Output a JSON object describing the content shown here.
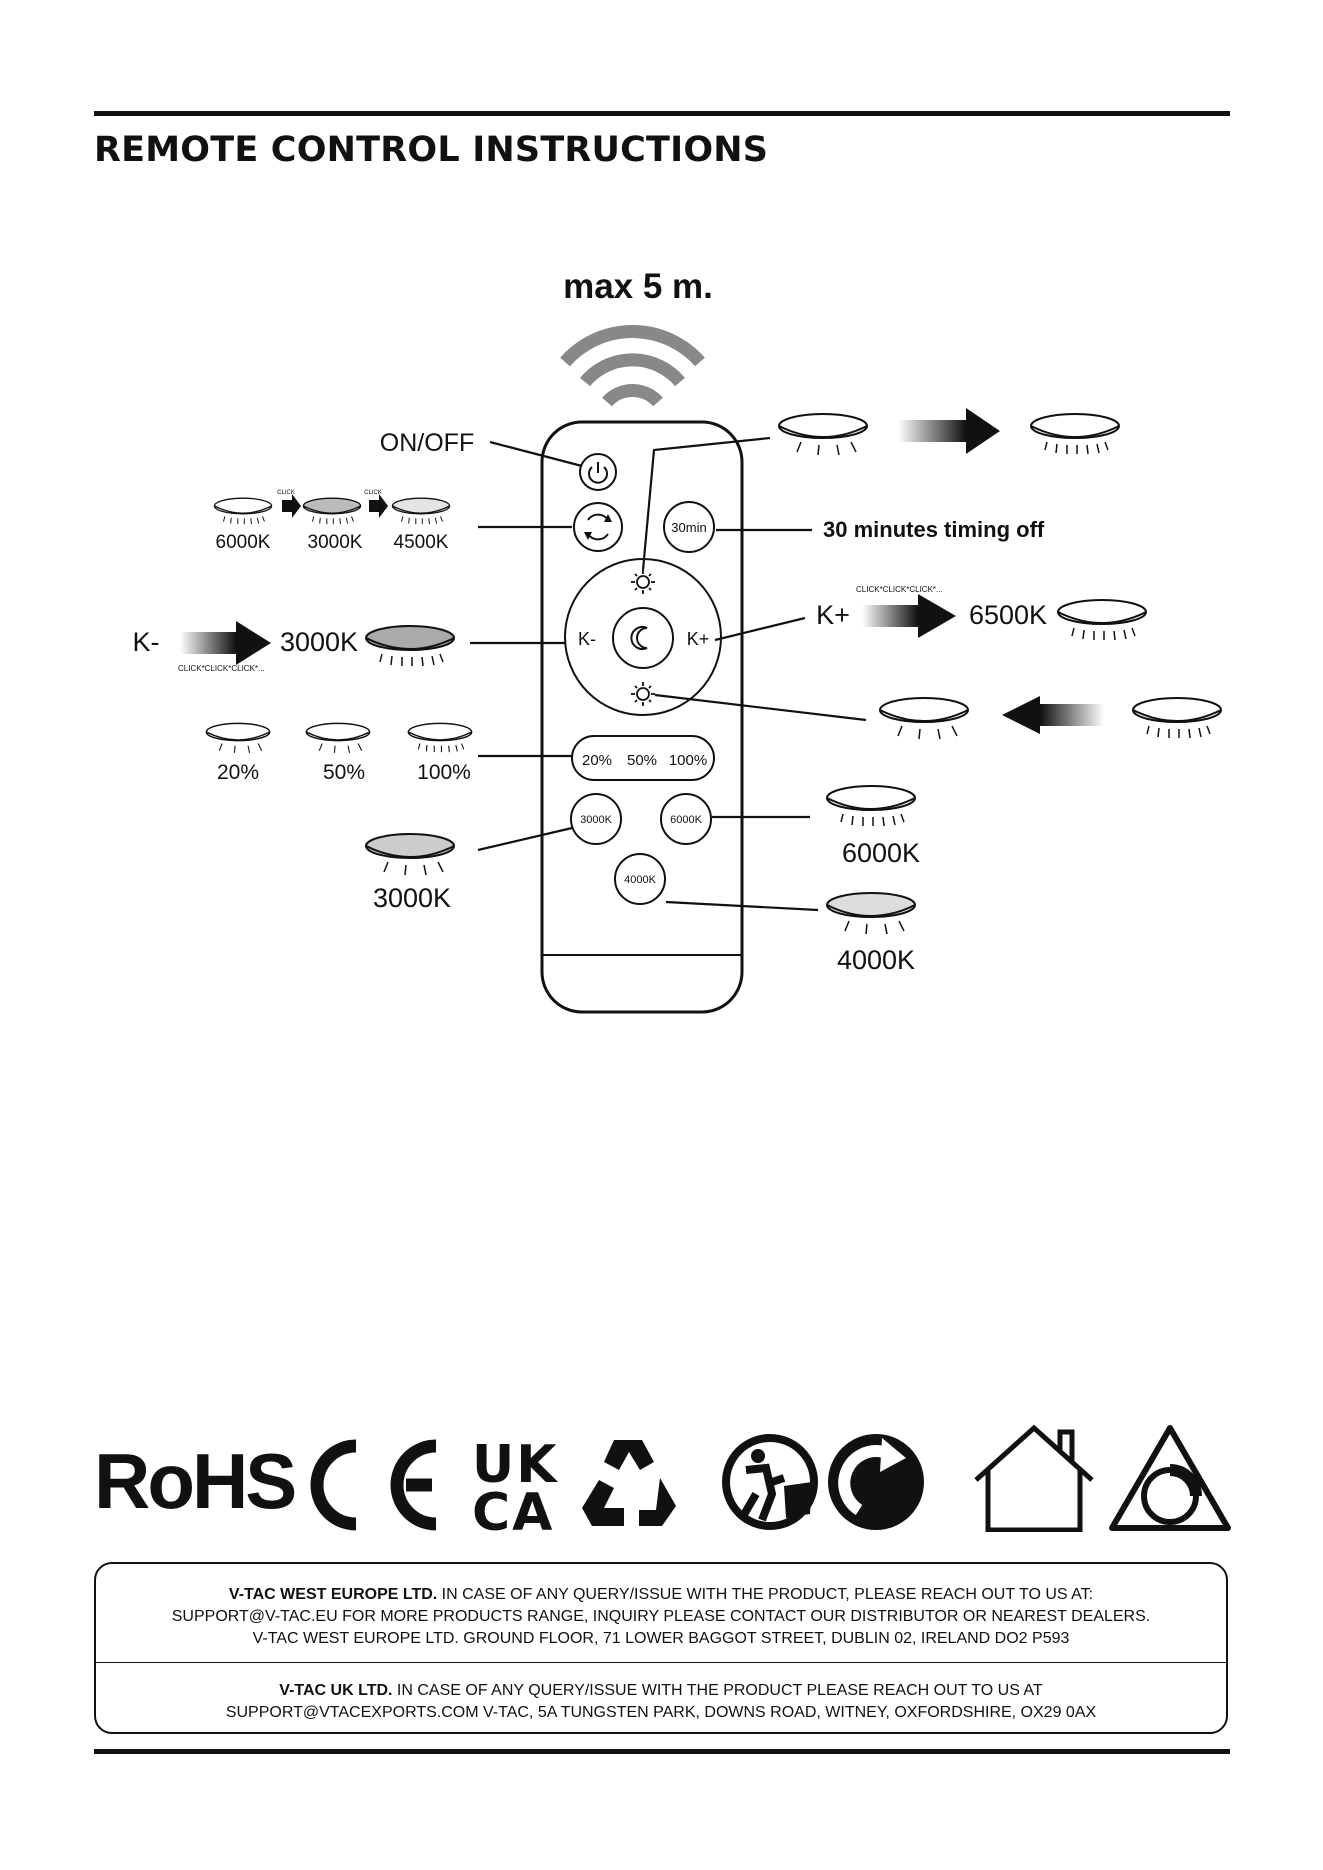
{
  "header": {
    "title": "REMOTE CONTROL INSTRUCTIONS"
  },
  "diagram": {
    "range": "max 5 m.",
    "on_off": "ON/OFF",
    "timer": "30 minutes timing off",
    "buttons": {
      "timer": "30min",
      "k_minus": "K-",
      "k_plus": "K+",
      "dim_20": "20%",
      "dim_50": "50%",
      "dim_100": "100%",
      "cct_3000": "3000K",
      "cct_6000": "6000K",
      "cct_4000": "4000K"
    },
    "cycle": {
      "click": "CLICK",
      "values": [
        "6000K",
        "3000K",
        "4500K"
      ]
    },
    "k_minus_row": {
      "label": "K-",
      "value": "3000K",
      "clicks": "CLICK*CLICK*CLICK*..."
    },
    "k_plus_row": {
      "label": "K+",
      "value": "6500K",
      "clicks": "CLICK*CLICK*CLICK*..."
    },
    "dim_row": [
      "20%",
      "50%",
      "100%"
    ],
    "preset_left": "3000K",
    "preset_right_top": "6000K",
    "preset_right_bottom": "4000K"
  },
  "certifications": {
    "rohs": "RoHS",
    "ce": "CE",
    "ukca_top": "UK",
    "ukca_bottom": "CA",
    "icons": [
      "rohs-mark",
      "ce-mark",
      "ukca-mark",
      "recycling-icon",
      "tidyman-icon",
      "green-dot-icon",
      "indoor-use-icon",
      "dimmable-icon"
    ]
  },
  "footer": {
    "eu": {
      "company": "V-TAC WEST EUROPE LTD.",
      "line1": " IN CASE OF ANY QUERY/ISSUE WITH THE PRODUCT, PLEASE REACH OUT TO US AT:",
      "line2": "SUPPORT@V-TAC.EU FOR MORE PRODUCTS RANGE, INQUIRY PLEASE CONTACT OUR DISTRIBUTOR OR NEAREST DEALERS.",
      "line3": "V-TAC WEST EUROPE LTD. GROUND FLOOR, 71 LOWER BAGGOT STREET, DUBLIN 02, IRELAND DO2 P593"
    },
    "uk": {
      "company": "V-TAC UK LTD.",
      "line1": " IN CASE OF ANY QUERY/ISSUE WITH THE PRODUCT PLEASE REACH OUT TO US AT",
      "line2": "SUPPORT@VTACEXPORTS.COM V-TAC, 5A TUNGSTEN PARK, DOWNS ROAD, WITNEY, OXFORDSHIRE, OX29 0AX"
    }
  }
}
